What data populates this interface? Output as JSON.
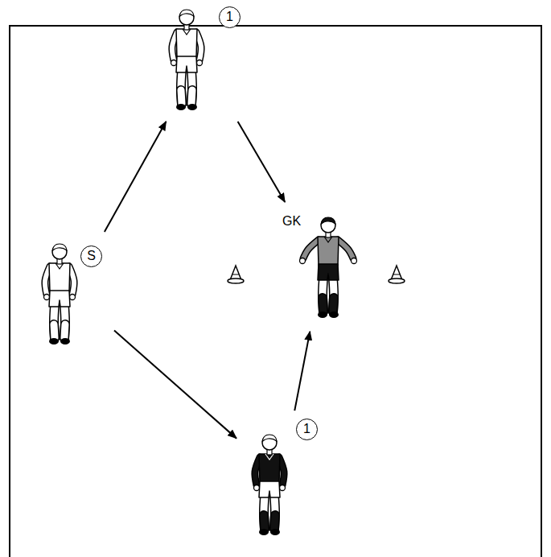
{
  "diagram": {
    "nodes": [
      {
        "text": [
          "1"
        ]
      },
      {
        "text": [
          "GK"
        ]
      },
      {
        "text": [
          "S"
        ]
      },
      {
        "text": [
          "1"
        ]
      }
    ],
    "edges": [
      {
        "from": 2,
        "to": 0,
        "arrow": "to"
      },
      {
        "from": 0,
        "to": 1,
        "arrow": "to"
      },
      {
        "from": 2,
        "to": 3,
        "arrow": "to"
      },
      {
        "from": 3,
        "to": 1,
        "arrow": "to"
      }
    ]
  }
}
